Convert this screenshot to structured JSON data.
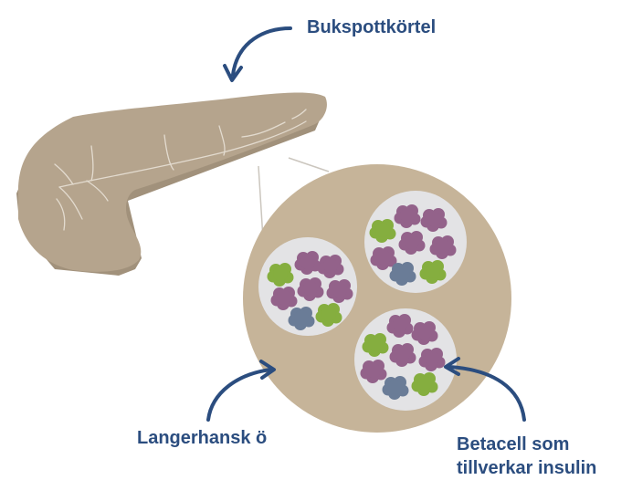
{
  "labels": {
    "pancreas": "Bukspottkörtel",
    "islet": "Langerhansk ö",
    "beta_cell_line1": "Betacell som",
    "beta_cell_line2": "tillverkar insulin"
  },
  "colors": {
    "label_text": "#2b4d7f",
    "arrow": "#2b4d7f",
    "pancreas": "#b5a48d",
    "pancreas_shade": "#a1917b",
    "pancreas_veins": "#e3dbcf",
    "magnified_circle": "#c6b499",
    "islet_background": "#e3e3e5",
    "alpha_cell_purple": "#93628a",
    "beta_cell_green": "#85ae3f",
    "delta_cell_blue": "#6a7c97",
    "connector_lines": "#cbc6be"
  },
  "icons": [
    "pancreas-illustration",
    "islet-magnification-circle",
    "cell-cluster",
    "curved-arrow"
  ]
}
